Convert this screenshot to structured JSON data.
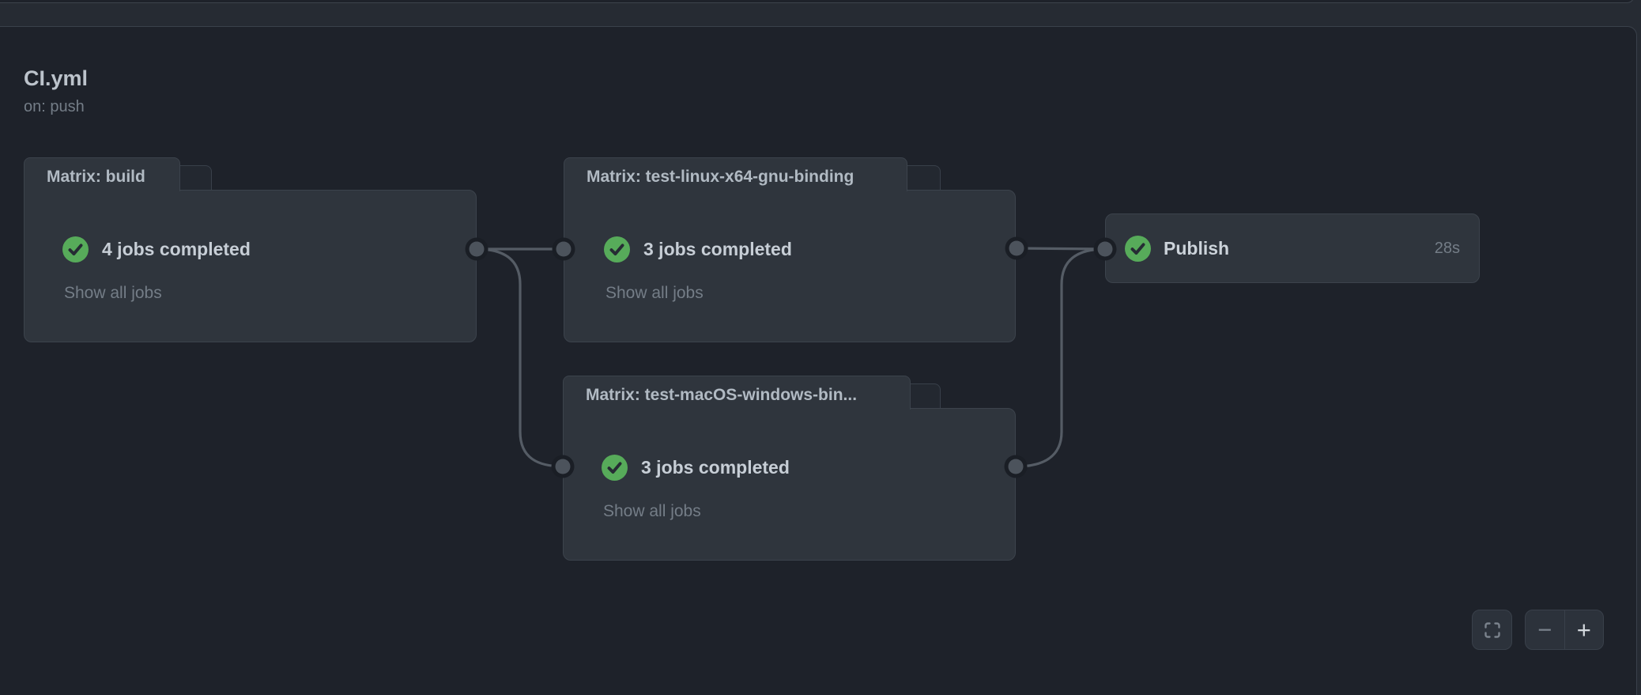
{
  "workflow": {
    "title": "CI.yml",
    "trigger": "on: push"
  },
  "graph": {
    "nodes": [
      {
        "id": "build",
        "type": "matrix",
        "tab_label": "Matrix: build",
        "status": "4 jobs completed",
        "status_icon": "success-check",
        "link": "Show all jobs"
      },
      {
        "id": "test-linux-x64-gnu-binding",
        "type": "matrix",
        "tab_label": "Matrix: test-linux-x64-gnu-binding",
        "status": "3 jobs completed",
        "status_icon": "success-check",
        "link": "Show all jobs"
      },
      {
        "id": "test-macOS-windows-binding",
        "type": "matrix",
        "tab_label": "Matrix: test-macOS-windows-bin...",
        "status": "3 jobs completed",
        "status_icon": "success-check",
        "link": "Show all jobs"
      },
      {
        "id": "publish",
        "type": "job",
        "label": "Publish",
        "status_icon": "success-check",
        "duration": "28s"
      }
    ],
    "edges": [
      {
        "from": "build",
        "to": "test-linux-x64-gnu-binding"
      },
      {
        "from": "build",
        "to": "test-macOS-windows-binding"
      },
      {
        "from": "test-linux-x64-gnu-binding",
        "to": "publish"
      },
      {
        "from": "test-macOS-windows-binding",
        "to": "publish"
      }
    ]
  },
  "controls": {
    "fullscreen_icon": "fullscreen",
    "zoom_out_label": "−",
    "zoom_in_label": "+"
  },
  "colors": {
    "page_bg": "#262b33",
    "canvas_bg": "#1e222a",
    "panel_border": "#3a414b",
    "node_bg": "#2f353d",
    "edge_line": "#555c65",
    "success_green": "#57ab5a",
    "primary_text": "#c7ced6",
    "muted_text": "#747d87"
  }
}
